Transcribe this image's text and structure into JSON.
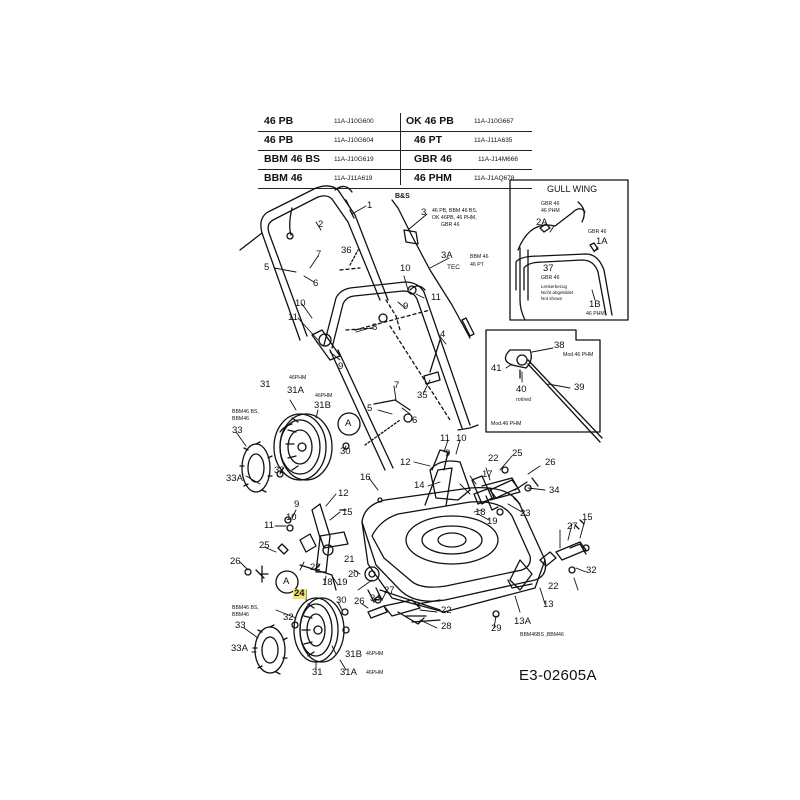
{
  "models": [
    {
      "left_model": "46 PB",
      "left_code": "11A-J10G600",
      "right_model": "OK 46 PB",
      "right_code": "11A-J10G667"
    },
    {
      "left_model": "46 PB",
      "left_code": "11A-J10G604",
      "right_model": "46 PT",
      "right_code": "11A-J11A635"
    },
    {
      "left_model": "BBM 46 BS",
      "left_code": "11A-J10G619",
      "right_model": "GBR 46",
      "right_code": "11A-J14M666"
    },
    {
      "left_model": "BBM 46",
      "left_code": "11A-J11A619",
      "right_model": "46 PHM",
      "right_code": "11A-J1AQ678"
    }
  ],
  "labels": {
    "p1": "1",
    "p2": "2",
    "p3": "3",
    "p3A": "3A",
    "p4": "4",
    "p5a": "5",
    "p5b": "5",
    "p6a": "6",
    "p6b": "6",
    "p7a": "7",
    "p7b": "7",
    "p8": "8",
    "p9a": "9",
    "p9b": "9",
    "p9c": "9",
    "p9d": "9",
    "p10a": "10",
    "p10b": "10",
    "p10c": "10",
    "p10d": "10",
    "p11a": "11",
    "p11b": "11",
    "p11c": "11",
    "p11d": "11",
    "p12a": "12",
    "p12b": "12",
    "p13": "13",
    "p13A": "13A",
    "p14": "14",
    "p15a": "15",
    "p15b": "15",
    "p16": "16",
    "p17": "17",
    "p18a": "18",
    "p18b": "18",
    "p19a": "19",
    "p19b": "19",
    "p20": "20",
    "p21": "21",
    "p22a": "22",
    "p22b": "22",
    "p22c": "22",
    "p22d": "22",
    "p23": "23",
    "p24": "24",
    "p25a": "25",
    "p25b": "25",
    "p26a": "26",
    "p26b": "26",
    "p26c": "26",
    "p27a": "27",
    "p27b": "27",
    "p28": "28",
    "p29": "29",
    "p30a": "30",
    "p30b": "30",
    "p31a": "31",
    "p31b": "31",
    "p31Aa": "31A",
    "p31Ab": "31A",
    "p31Ba": "31B",
    "p31Bb": "31B",
    "p32a": "32",
    "p32b": "32",
    "p32c": "32",
    "p33a": "33",
    "p33b": "33",
    "p33Aa": "33A",
    "p33Ab": "33A",
    "p34a": "34",
    "p34b": "34",
    "p35": "35",
    "p36": "36",
    "p37": "37",
    "p38": "38",
    "p39": "39",
    "p40": "40",
    "p41": "41",
    "p1A": "1A",
    "p1B": "1B",
    "p2A": "2A",
    "A1": "A",
    "A2": "A"
  },
  "small_labels": {
    "bs": "B&S",
    "b3_1": "46 PB, BBM 46 BS,",
    "b3_2": "OK 46PB, 46 PHM,",
    "b3_3": "GBR 46",
    "b3A_1": "BBM 46",
    "b3A_2": "46 PT",
    "tec": "TEC",
    "gw_title": "GULL WING",
    "gw_gbr_a1": "GBR 46",
    "gw_gbr_a2": "46 PHM",
    "gw_gbr_b": "GBR 46",
    "gw_37": "GBR 46",
    "gw_note1": "Lenkerbezug",
    "gw_note2": "Nicht abgebildet",
    "gw_note3": "Not shown",
    "gw_1B": "46 PHM",
    "mod38": "Mod.46 PHM",
    "mod_bottom": "Mod.46 PHM",
    "rot40": "rot/red",
    "phm_31a": "46PHM",
    "phm_31b": "46PHM",
    "bbm_33_1": "BBM46 BS,",
    "bbm_33_2": "BBM46",
    "bbm_b33_1": "BBM46 BS,",
    "bbm_b33_2": "BBM46",
    "phm_31b_b": "46PHM",
    "phm_31a_b": "46PHM",
    "bbm_13A": "BBM46BS ,BBM46"
  },
  "diagram_code": "E3-02605A"
}
